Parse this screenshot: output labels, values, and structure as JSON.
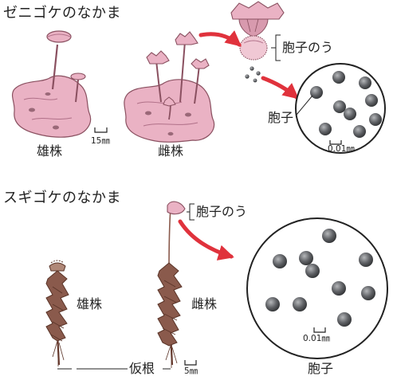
{
  "sections": {
    "liverwort": {
      "title": "ゼニゴケのなかま",
      "sporangium_label": "胞子のう",
      "spore_label": "胞子",
      "male_label": "雄株",
      "female_label": "雌株",
      "scale_bar_label": "15㎜",
      "spore_scale_label": "0.01㎜"
    },
    "moss": {
      "title": "スギゴケのなかま",
      "sporangium_label": "胞子のう",
      "male_label": "雄株",
      "female_label": "雌株",
      "rhizoid_label": "仮根",
      "scale_bar_label": "5㎜",
      "spore_scale_label": "0.01㎜",
      "spore_label": "胞子"
    }
  },
  "colors": {
    "plant_pink": "#eab2c4",
    "plant_outline": "#8a5060",
    "moss_brown": "#8a5a4c",
    "arrow_red": "#e0323c",
    "spore_gray": "#606266"
  }
}
